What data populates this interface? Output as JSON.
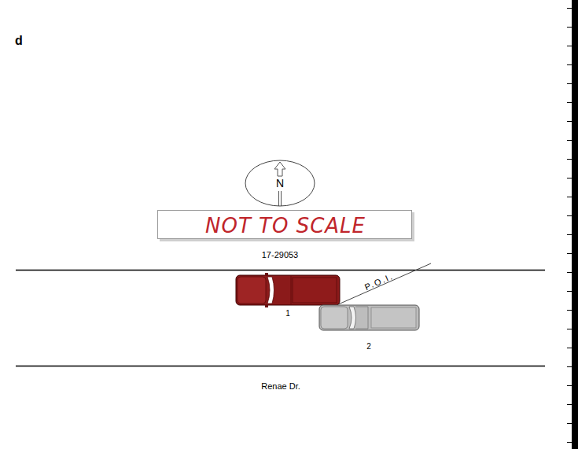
{
  "diagram": {
    "nodes": [
      {
        "text": [
          "N"
        ]
      },
      {
        "text": [
          "NOT TO SCALE"
        ]
      }
    ],
    "labels": [
      "d",
      "17-29053",
      "P.O.I.",
      "1",
      "2",
      "Renae Dr."
    ]
  }
}
